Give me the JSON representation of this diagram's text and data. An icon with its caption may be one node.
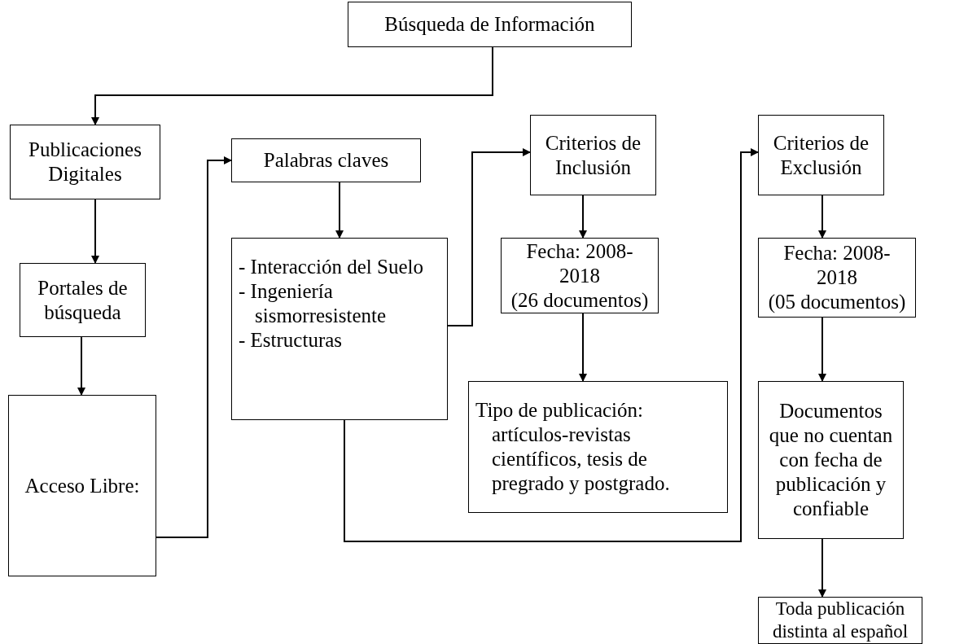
{
  "diagram": {
    "nodes": [
      {
        "text": [
          "Búsqueda de Información"
        ]
      },
      {
        "text": [
          "Publicaciones Digitales"
        ]
      },
      {
        "text": [
          "Palabras claves"
        ]
      },
      {
        "text": [
          "Criterios de Inclusión"
        ]
      },
      {
        "text": [
          "Criterios de Exclusión"
        ]
      },
      {
        "text": [
          "Portales de búsqueda"
        ]
      },
      {
        "text": [
          "- Interacción del Suelo",
          "- Ingeniería sismorresistente",
          "- Estructuras"
        ]
      },
      {
        "text": [
          "Fecha: 2008-2018",
          "(26 documentos)"
        ]
      },
      {
        "text": [
          "Fecha: 2008-2018",
          "(05 documentos)"
        ]
      },
      {
        "text": [
          "Acceso Libre:"
        ]
      },
      {
        "text": [
          "Tipo de publicación: artículos-revistas científicos, tesis de pregrado y postgrado."
        ]
      },
      {
        "text": [
          "Documentos que no cuentan con fecha de publicación y confiable"
        ]
      },
      {
        "text": [
          "Toda publicación distinta al español"
        ]
      }
    ],
    "edges": [
      {
        "from": 0,
        "to": 1,
        "arrow": "to"
      },
      {
        "from": 1,
        "to": 5,
        "arrow": "to"
      },
      {
        "from": 5,
        "to": 9,
        "arrow": "to"
      },
      {
        "from": 9,
        "to": 2,
        "arrow": "to"
      },
      {
        "from": 2,
        "to": 6,
        "arrow": "to"
      },
      {
        "from": 6,
        "to": 3,
        "arrow": "to"
      },
      {
        "from": 3,
        "to": 7,
        "arrow": "to"
      },
      {
        "from": 7,
        "to": 10,
        "arrow": "to"
      },
      {
        "from": 6,
        "to": 4,
        "arrow": "to"
      },
      {
        "from": 4,
        "to": 8,
        "arrow": "to"
      },
      {
        "from": 8,
        "to": 11,
        "arrow": "to"
      },
      {
        "from": 11,
        "to": 12,
        "arrow": "to"
      }
    ]
  }
}
